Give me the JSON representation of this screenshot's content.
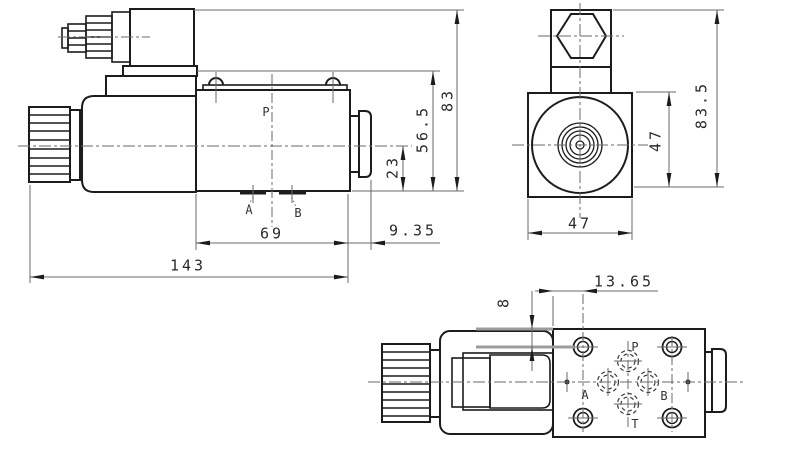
{
  "drawing_type": "hydraulic solenoid directional valve - 3 view engineering drawing",
  "views": {
    "side": {
      "labels": {
        "p": "P",
        "a": "A",
        "b": "B"
      },
      "dims": {
        "d23": "23",
        "d565": "56.5",
        "d83": "83",
        "d69": "69",
        "d935": "9.35",
        "d143": "143"
      }
    },
    "end": {
      "dims": {
        "d47v": "47",
        "d835": "83.5",
        "d47h": "47"
      }
    },
    "bottom": {
      "labels": {
        "p": "P",
        "a": "A",
        "b": "B",
        "t": "T"
      },
      "dims": {
        "d1365": "13.65",
        "d8": "8"
      }
    }
  },
  "colors": {
    "outline": "#1c1c1c",
    "dimension": "#6a6a6a",
    "centerline": "#6a6a6a",
    "highlight_extension": "#9c9c9c",
    "background": "#ffffff",
    "text": "#2a2a2a"
  }
}
